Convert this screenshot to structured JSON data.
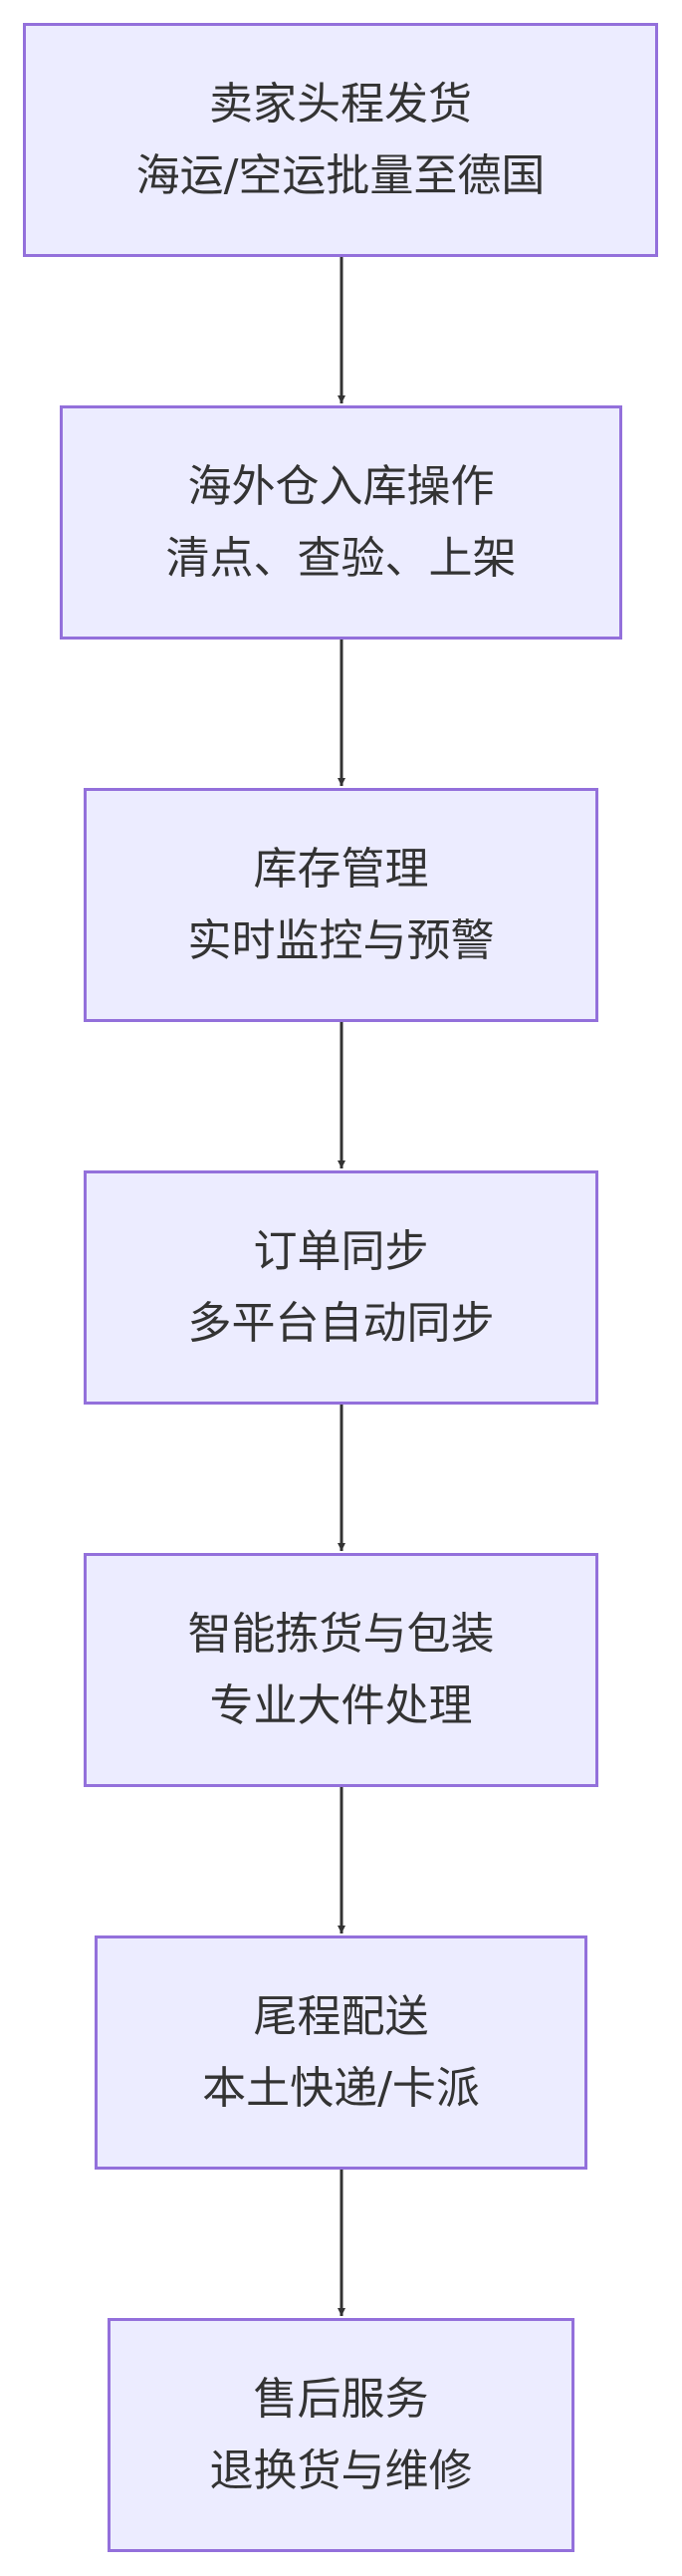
{
  "diagram": {
    "type": "flowchart",
    "direction": "top-to-bottom",
    "colors": {
      "node_fill": "#ececff",
      "node_border": "#9370db",
      "text": "#333333",
      "edge": "#333333"
    },
    "nodes": [
      {
        "id": "n1",
        "lines": [
          "卖家头程发货",
          "海运/空运批量至德国"
        ]
      },
      {
        "id": "n2",
        "lines": [
          "海外仓入库操作",
          "清点、查验、上架"
        ]
      },
      {
        "id": "n3",
        "lines": [
          "库存管理",
          "实时监控与预警"
        ]
      },
      {
        "id": "n4",
        "lines": [
          "订单同步",
          "多平台自动同步"
        ]
      },
      {
        "id": "n5",
        "lines": [
          "智能拣货与包装",
          "专业大件处理"
        ]
      },
      {
        "id": "n6",
        "lines": [
          "尾程配送",
          "本土快递/卡派"
        ]
      },
      {
        "id": "n7",
        "lines": [
          "售后服务",
          "退换货与维修"
        ]
      }
    ],
    "edges": [
      {
        "from": "n1",
        "to": "n2"
      },
      {
        "from": "n2",
        "to": "n3"
      },
      {
        "from": "n3",
        "to": "n4"
      },
      {
        "from": "n4",
        "to": "n5"
      },
      {
        "from": "n5",
        "to": "n6"
      },
      {
        "from": "n6",
        "to": "n7"
      }
    ]
  }
}
